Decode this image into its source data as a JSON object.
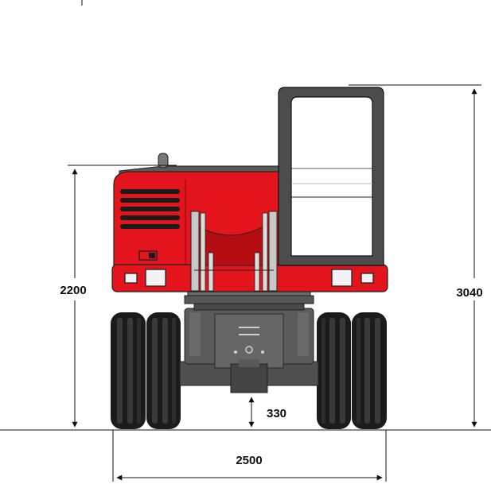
{
  "dimensions": {
    "height_to_body": "2200",
    "height_overall": "3040",
    "ground_clearance": "330",
    "track_width": "2500"
  },
  "colors": {
    "body_red": "#e3141c",
    "body_red_dark": "#b50d12",
    "tire": "#1b1b1b",
    "chassis_grey": "#5b5b5b",
    "line": "#111111"
  }
}
